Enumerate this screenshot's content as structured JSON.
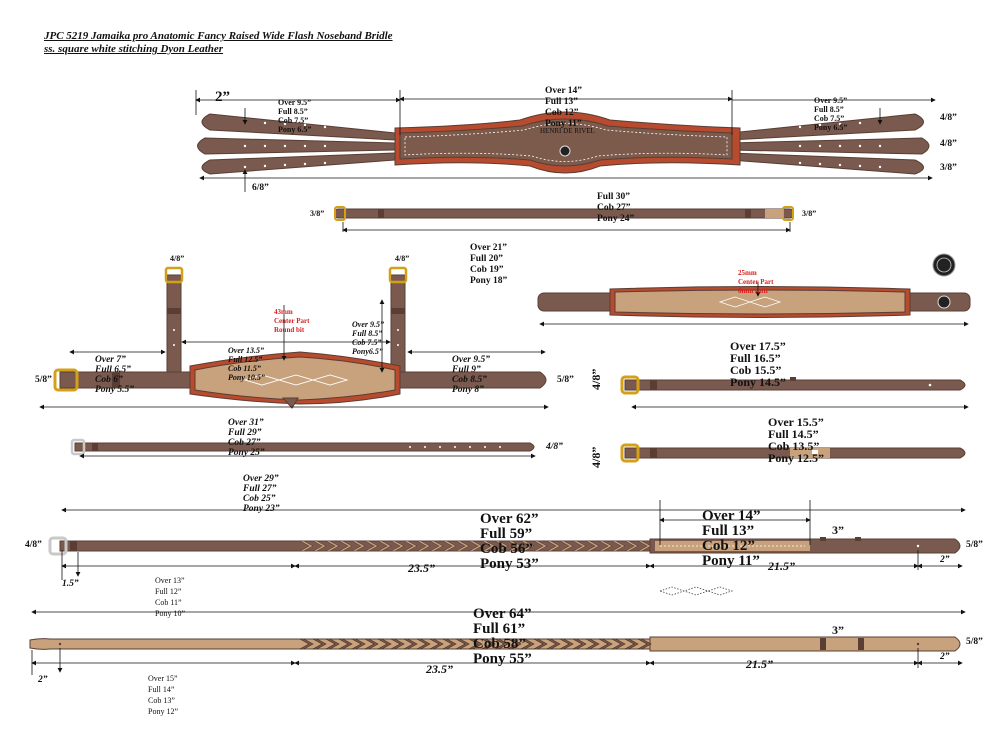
{
  "header": {
    "line1": "JPC 5219 Jamaika pro Anatomic Fancy Raised Wide Flash Noseband Bridle",
    "line2": "ss. square white stitching Dyon Leather"
  },
  "colors": {
    "leather_dark": "#7a5a4e",
    "leather_edge": "#5a3e34",
    "leather_light": "#c8a27c",
    "padding_red": "#b84a2e",
    "stitch": "#ffffff",
    "buckle_gold": "#d4a017",
    "buckle_silver": "#c9c9c9",
    "note_red": "#d32020"
  },
  "noseband": {
    "left_width": "2”",
    "left_sizes": [
      "Over 9.5”",
      "Full 8.5”",
      "Cob 7.5”",
      "Pony 6.5”"
    ],
    "center_sizes": [
      "Over 14”",
      "Full 13”",
      "Cob 12”",
      "Pony 11”"
    ],
    "right_sizes": [
      "Over 9.5”",
      "Full 8.5”",
      "Cob 7.5”",
      "Pony 6.5”"
    ],
    "strap_widths": [
      "4/8”",
      "4/8”",
      "3/8”"
    ],
    "bottom_width": "6/8”",
    "total_sizes": [
      "Full 30”",
      "Cob 27”",
      "Pony 24”"
    ],
    "brand": "HENRI DE RIVEL"
  },
  "flash": {
    "left_width": "3/8”",
    "right_width": "3/8”",
    "sizes": [
      "Over 21”",
      "Full 20”",
      "Cob 19”",
      "Pony 18”"
    ]
  },
  "headstall": {
    "left_strap_width": "4/8”",
    "right_strap_width": "4/8”",
    "center_note": [
      "43mm",
      "Center Part",
      "Round bit"
    ],
    "cheek_left_sizes": [
      "Over 7”",
      "Full 6.5”",
      "Cob 6”",
      "Pony 5.5”"
    ],
    "cheek_mid_sizes": [
      "Over 13.5”",
      "Full 12.5”",
      "Cob 11.5”",
      "Pony 10.5”"
    ],
    "cheek_up_sizes": [
      "Over 9.5”",
      "Full 8.5”",
      "Cob 7.5”",
      "Pony6.5”"
    ],
    "cheek_right_sizes": [
      "Over 9.5”",
      "Full 9”",
      "Cob 8.5”",
      "Pony 8”"
    ],
    "end_left_width": "5/8”",
    "end_right_width": "5/8”",
    "total_sizes": [
      "Over 31”",
      "Full 29”",
      "Cob 27”",
      "Pony 25”"
    ]
  },
  "throatlatch": {
    "width": "4/8”",
    "sizes": [
      "Over 29”",
      "Full 27”",
      "Cob 25”",
      "Pony 23”"
    ]
  },
  "browband": {
    "center_note": [
      "25mm",
      "Center Part",
      "6mm satti"
    ],
    "sizes": [
      "Over 17.5”",
      "Full 16.5”",
      "Cob 15.5”",
      "Pony 14.5”"
    ]
  },
  "cheekpieces": {
    "width_upper": "4/8”",
    "width_lower": "4/8”",
    "sizes": [
      "Over 15.5”",
      "Full 14.5”",
      "Cob 13.5”",
      "Pony 12.5”"
    ]
  },
  "rein1": {
    "left_width": "4/8”",
    "right_width": "5/8”",
    "total_sizes": [
      "Over 62”",
      "Full 59”",
      "Cob 56”",
      "Pony 53”"
    ],
    "section_sizes": [
      "Over 14”",
      "Full 13”",
      "Cob 12”",
      "Pony 11”"
    ],
    "buckle_end_sizes": [
      "Over 13”",
      "Full 12”",
      "Cob 11”",
      "Pony 10”"
    ],
    "end_len": "1.5”",
    "lace_len": "23.5”",
    "rubber_len": "21.5”",
    "stop_len": "3”",
    "tip_len": "2”"
  },
  "rein2": {
    "right_width": "5/8”",
    "total_sizes": [
      "Over 64”",
      "Full 61”",
      "Cob 58”",
      "Pony 55”"
    ],
    "end_sizes": [
      "Over 15”",
      "Full 14”",
      "Cob 13”",
      "Pony 12”"
    ],
    "end_len": "2”",
    "lace_len": "23.5”",
    "rubber_len": "21.5”",
    "stop_len": "3”",
    "tip_len": "2”"
  }
}
